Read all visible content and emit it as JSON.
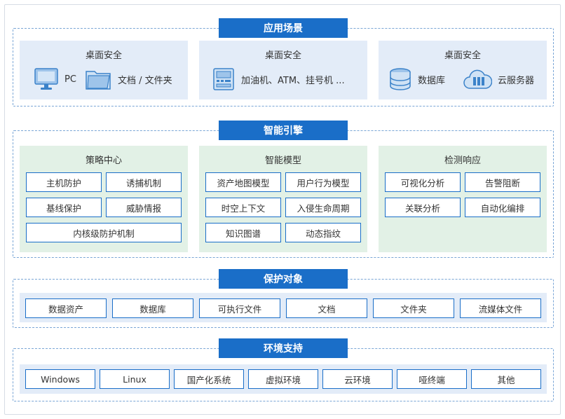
{
  "scenarios": {
    "title": "应用场景",
    "panels": [
      {
        "title": "桌面安全",
        "items": [
          {
            "label": "PC",
            "icon": "monitor-icon"
          },
          {
            "label": "文档 / 文件夹",
            "icon": "folder-icon"
          }
        ]
      },
      {
        "title": "桌面安全",
        "items": [
          {
            "label": "加油机、ATM、挂号机 ...",
            "icon": "kiosk-icon"
          }
        ]
      },
      {
        "title": "桌面安全",
        "items": [
          {
            "label": "数据库",
            "icon": "database-icon"
          },
          {
            "label": "云服务器",
            "icon": "cloud-server-icon"
          }
        ]
      }
    ]
  },
  "engine": {
    "title": "智能引擎",
    "panels": [
      {
        "title": "策略中心",
        "items": [
          "主机防护",
          "诱捕机制",
          "基线保护",
          "威胁情报",
          "内核级防护机制"
        ]
      },
      {
        "title": "智能模型",
        "items": [
          "资产地图模型",
          "用户行为模型",
          "时空上下文",
          "入侵生命周期",
          "知识图谱",
          "动态指纹"
        ]
      },
      {
        "title": "检测响应",
        "items": [
          "可视化分析",
          "告警阻断",
          "关联分析",
          "自动化编排"
        ]
      }
    ]
  },
  "protect": {
    "title": "保护对象",
    "items": [
      "数据资产",
      "数据库",
      "可执行文件",
      "文档",
      "文件夹",
      "流媒体文件"
    ]
  },
  "env": {
    "title": "环境支持",
    "items": [
      "Windows",
      "Linux",
      "国产化系统",
      "虚拟环境",
      "云环境",
      "哑终端",
      "其他"
    ]
  },
  "colors": {
    "accent": "#1a6ec8",
    "panel_blue": "#e3ecf8",
    "panel_green": "#e2f1e6",
    "dash": "#7aa6d6"
  }
}
